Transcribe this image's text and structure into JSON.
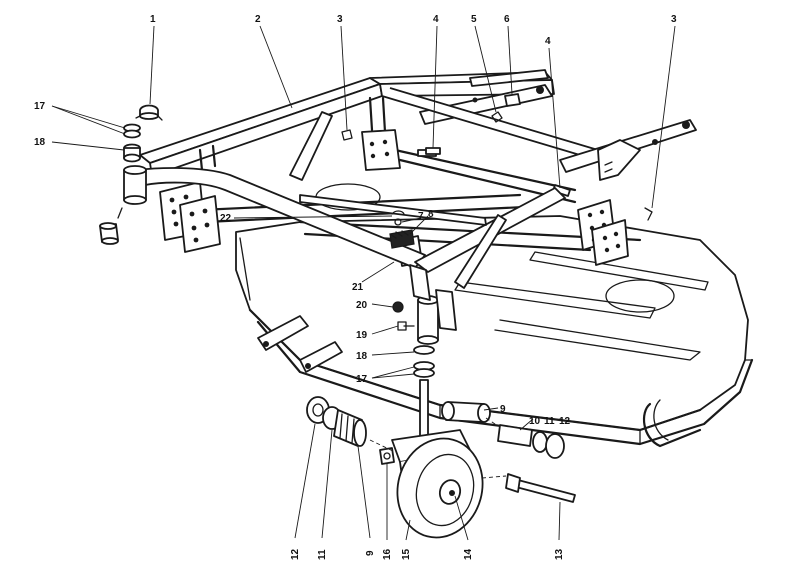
{
  "callouts": [
    {
      "id": "c1",
      "text": "1"
    },
    {
      "id": "c2",
      "text": "2"
    },
    {
      "id": "c3a",
      "text": "3"
    },
    {
      "id": "c4a",
      "text": "4"
    },
    {
      "id": "c5",
      "text": "5"
    },
    {
      "id": "c6",
      "text": "6"
    },
    {
      "id": "c4b",
      "text": "4"
    },
    {
      "id": "c3b",
      "text": "3"
    },
    {
      "id": "c17a",
      "text": "17"
    },
    {
      "id": "c18a",
      "text": "18"
    },
    {
      "id": "c22",
      "text": "22"
    },
    {
      "id": "c7",
      "text": "7"
    },
    {
      "id": "c8",
      "text": "8"
    },
    {
      "id": "c21",
      "text": "21"
    },
    {
      "id": "c20",
      "text": "20"
    },
    {
      "id": "c19",
      "text": "19"
    },
    {
      "id": "c18b",
      "text": "18"
    },
    {
      "id": "c17b",
      "text": "17"
    },
    {
      "id": "c9a",
      "text": "9"
    },
    {
      "id": "c10",
      "text": "10"
    },
    {
      "id": "c11a",
      "text": "11"
    },
    {
      "id": "c12a",
      "text": "12"
    },
    {
      "id": "c12b",
      "text": "12"
    },
    {
      "id": "c11b",
      "text": "11"
    },
    {
      "id": "c9b",
      "text": "9"
    },
    {
      "id": "c16",
      "text": "16"
    },
    {
      "id": "c15",
      "text": "15"
    },
    {
      "id": "c14",
      "text": "14"
    },
    {
      "id": "c13",
      "text": "13"
    }
  ]
}
